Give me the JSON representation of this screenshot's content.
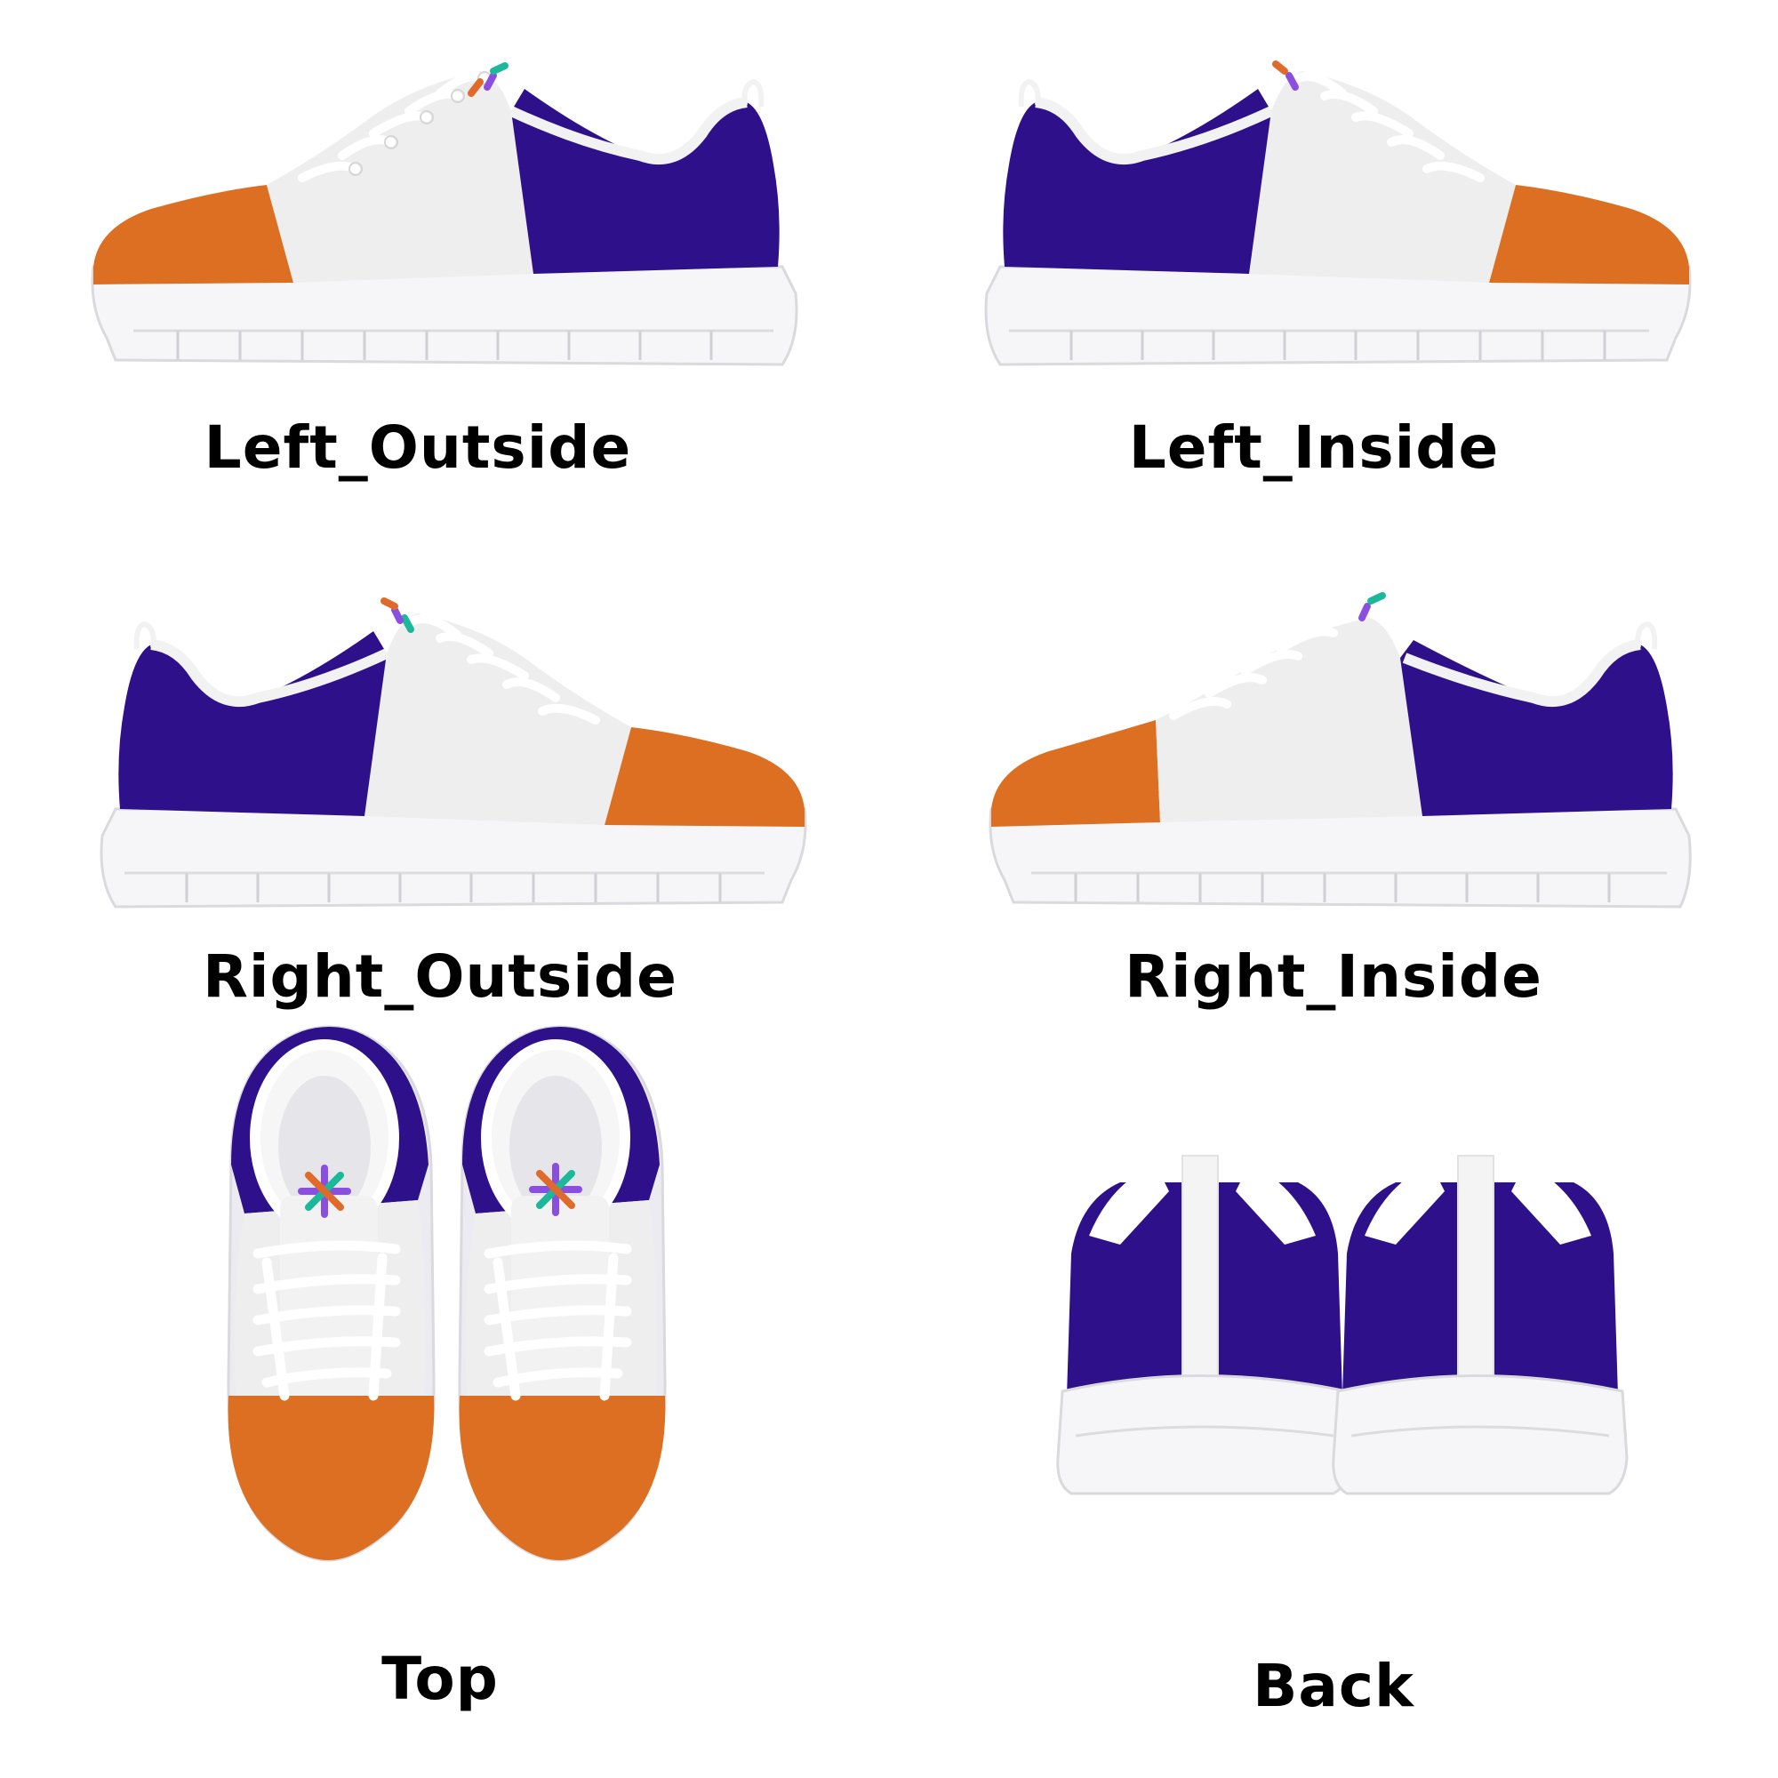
{
  "colors": {
    "orange": "#dd6f22",
    "white_panel": "#eeeeee",
    "purple": "#2e118a",
    "sole": "#f6f6f8",
    "sole_shadow": "#d9d9de",
    "logo_orange": "#e06a2a",
    "logo_purple": "#8b4fe0",
    "logo_teal": "#1bb89a"
  },
  "views": [
    {
      "id": "left-outside",
      "label": "Left_Outside"
    },
    {
      "id": "left-inside",
      "label": "Left_Inside"
    },
    {
      "id": "right-outside",
      "label": "Right_Outside"
    },
    {
      "id": "right-inside",
      "label": "Right_Inside"
    },
    {
      "id": "top",
      "label": "Top"
    },
    {
      "id": "back",
      "label": "Back"
    }
  ]
}
